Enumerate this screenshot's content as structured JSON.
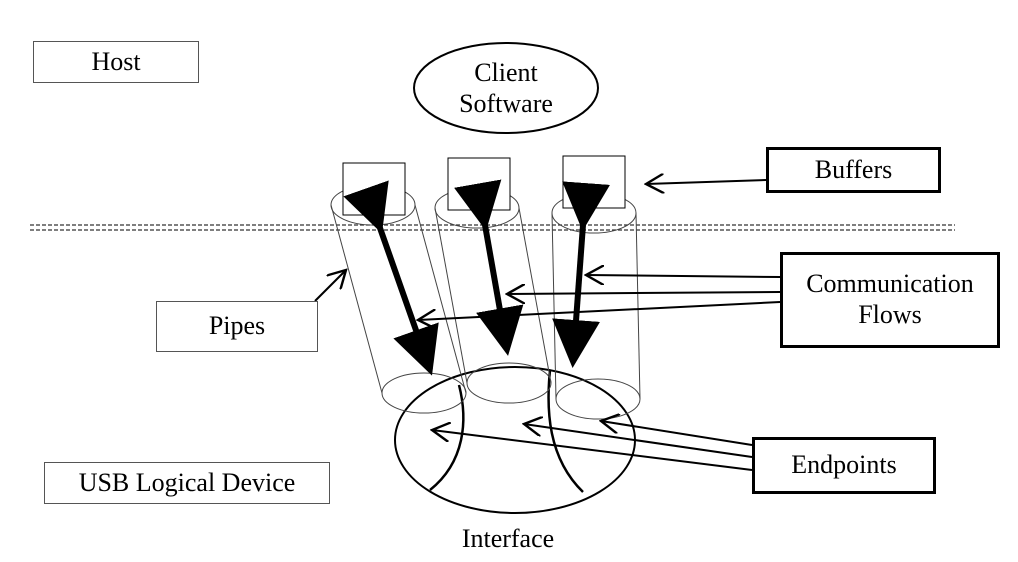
{
  "diagram": {
    "host_label": "Host",
    "client_software": [
      "Client",
      "Software"
    ],
    "buffers_label": "Buffers",
    "communication_flows": [
      "Communication",
      "Flows"
    ],
    "pipes_label": "Pipes",
    "endpoints_label": "Endpoints",
    "usb_logical_device_label": "USB Logical Device",
    "interface_label": "Interface"
  }
}
